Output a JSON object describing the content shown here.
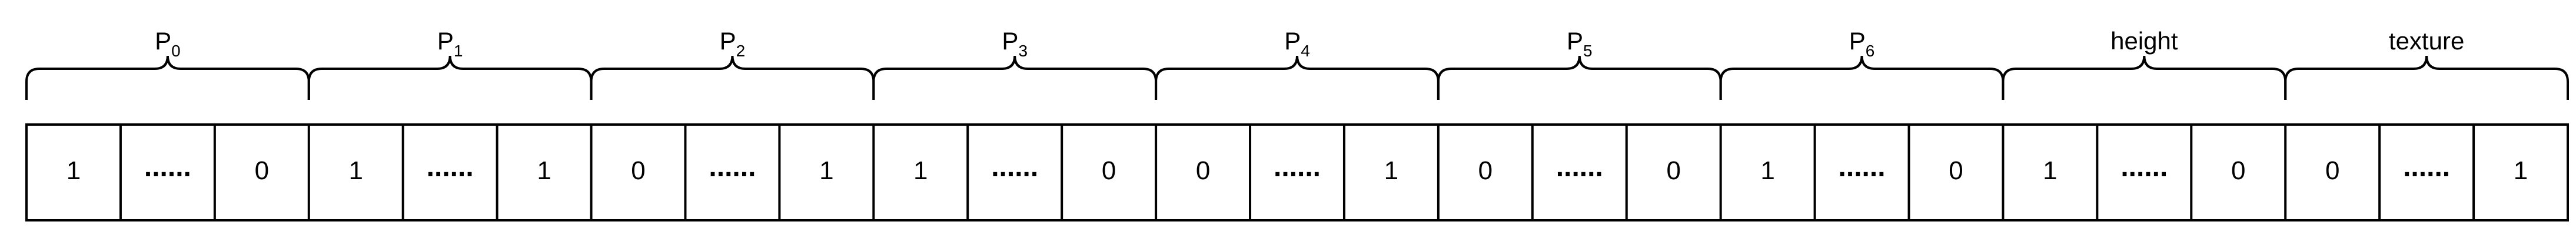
{
  "fields": [
    {
      "label": "P",
      "sub": "0",
      "cells": [
        "1",
        "......",
        "0"
      ]
    },
    {
      "label": "P",
      "sub": "1",
      "cells": [
        "1",
        "......",
        "1"
      ]
    },
    {
      "label": "P",
      "sub": "2",
      "cells": [
        "0",
        "......",
        "1"
      ]
    },
    {
      "label": "P",
      "sub": "3",
      "cells": [
        "1",
        "......",
        "0"
      ]
    },
    {
      "label": "P",
      "sub": "4",
      "cells": [
        "0",
        "......",
        "1"
      ]
    },
    {
      "label": "P",
      "sub": "5",
      "cells": [
        "0",
        "......",
        "0"
      ]
    },
    {
      "label": "P",
      "sub": "6",
      "cells": [
        "1",
        "......",
        "0"
      ]
    },
    {
      "label": "height",
      "sub": "",
      "cells": [
        "1",
        "......",
        "0"
      ]
    },
    {
      "label": "texture",
      "sub": "",
      "cells": [
        "0",
        "......",
        "1"
      ]
    }
  ]
}
